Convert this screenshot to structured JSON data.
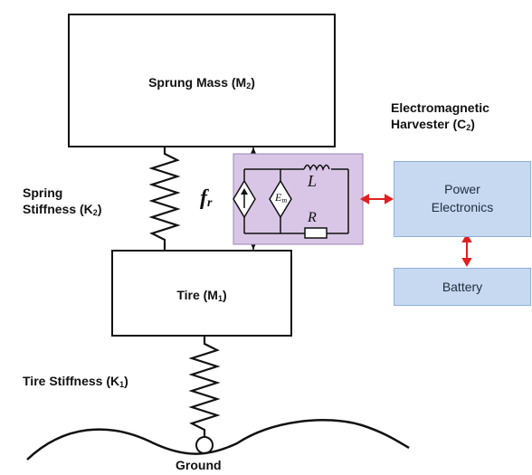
{
  "sprung_mass": {
    "label": "Sprung Mass (M",
    "sub": "2",
    "tail": ")"
  },
  "tire": {
    "label": "Tire (M",
    "sub": "1",
    "tail": ")"
  },
  "spring_stiffness": {
    "line1": "Spring",
    "line2": "Stiffness (K",
    "sub": "2",
    "tail": ")"
  },
  "tire_stiffness": {
    "label": "Tire Stiffness (K",
    "sub": "1",
    "tail": ")"
  },
  "harvester": {
    "line1": "Electromagnetic",
    "line2": "Harvester (C",
    "sub": "2",
    "tail": ")"
  },
  "force_symbol": {
    "main": "f",
    "sub": "r"
  },
  "circuit": {
    "inductor": "L",
    "resistor": "R",
    "emf_main": "E",
    "emf_sub": "m"
  },
  "power_electronics": {
    "line1": "Power",
    "line2": "Electronics"
  },
  "battery": {
    "label": "Battery"
  },
  "ground": {
    "label": "Ground"
  },
  "colors": {
    "harvester_fill": "#d9c6e6",
    "block_fill": "#c6d9f1",
    "arrow": "#e02020"
  }
}
